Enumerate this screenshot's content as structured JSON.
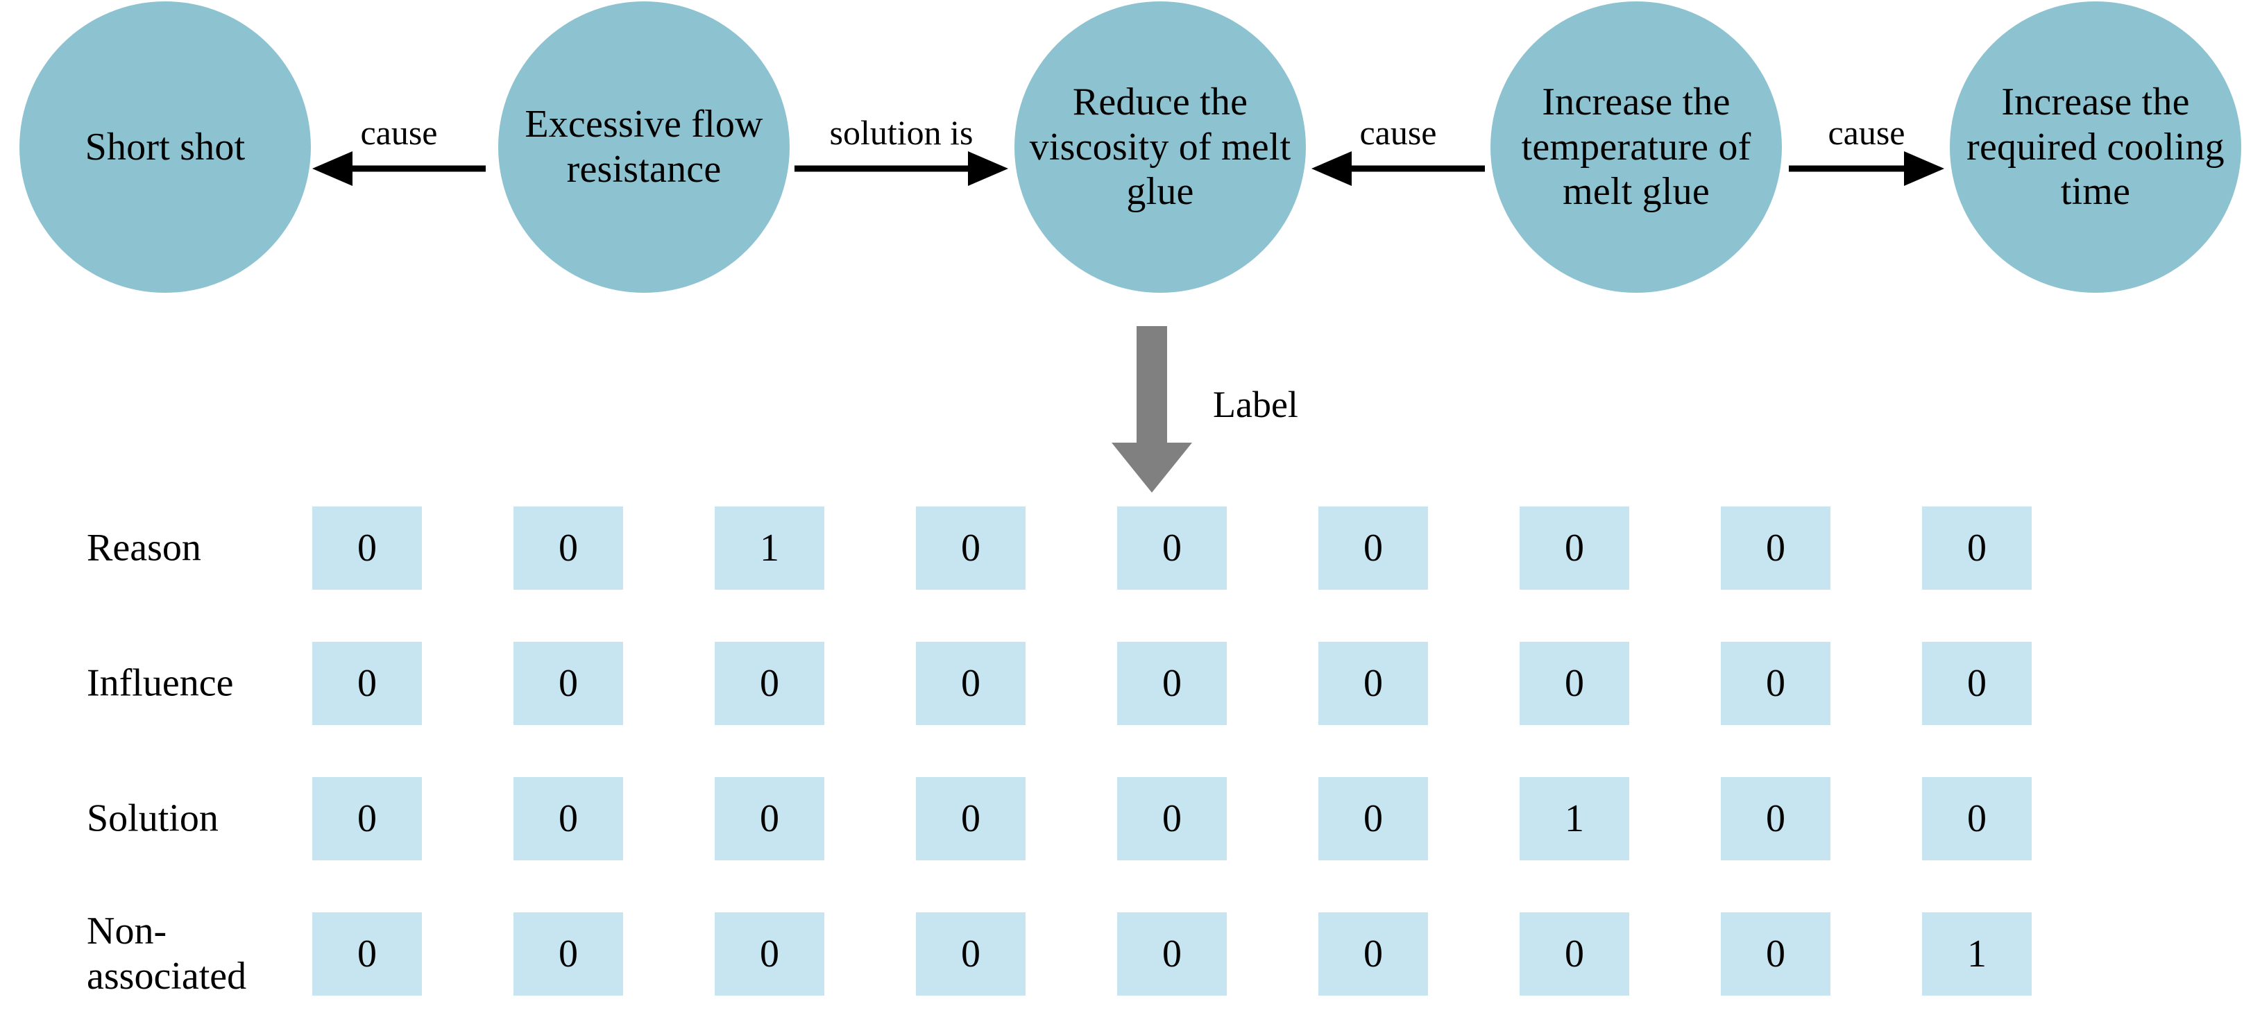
{
  "graph": {
    "nodes": [
      {
        "id": "short-shot",
        "label": "Short shot"
      },
      {
        "id": "excessive-flow",
        "label": "Excessive flow resistance"
      },
      {
        "id": "reduce-viscosity",
        "label": "Reduce the viscosity of melt glue"
      },
      {
        "id": "increase-temperature",
        "label": "Increase the temperature of melt glue"
      },
      {
        "id": "increase-cooling",
        "label": "Increase the required cooling time"
      }
    ],
    "edges": [
      {
        "id": "edge-cause-1",
        "label": "cause",
        "direction": "left"
      },
      {
        "id": "edge-solution-is",
        "label": "solution is",
        "direction": "right"
      },
      {
        "id": "edge-cause-2",
        "label": "cause",
        "direction": "left"
      },
      {
        "id": "edge-cause-3",
        "label": "cause",
        "direction": "right"
      }
    ],
    "node_fill_color": "#8dc3d0",
    "edge_color": "#000000"
  },
  "label_arrow": {
    "text": "Label",
    "color": "#808080",
    "direction": "down"
  },
  "matrix": {
    "cell_fill_color": "#c7e5f1",
    "column_count": 9,
    "rows": [
      {
        "label": "Reason",
        "values": [
          "0",
          "0",
          "1",
          "0",
          "0",
          "0",
          "0",
          "0",
          "0"
        ]
      },
      {
        "label": "Influence",
        "values": [
          "0",
          "0",
          "0",
          "0",
          "0",
          "0",
          "0",
          "0",
          "0"
        ]
      },
      {
        "label": "Solution",
        "values": [
          "0",
          "0",
          "0",
          "0",
          "0",
          "0",
          "1",
          "0",
          "0"
        ]
      },
      {
        "label": "Non-\nassociated",
        "values": [
          "0",
          "0",
          "0",
          "0",
          "0",
          "0",
          "0",
          "0",
          "1"
        ]
      }
    ]
  }
}
